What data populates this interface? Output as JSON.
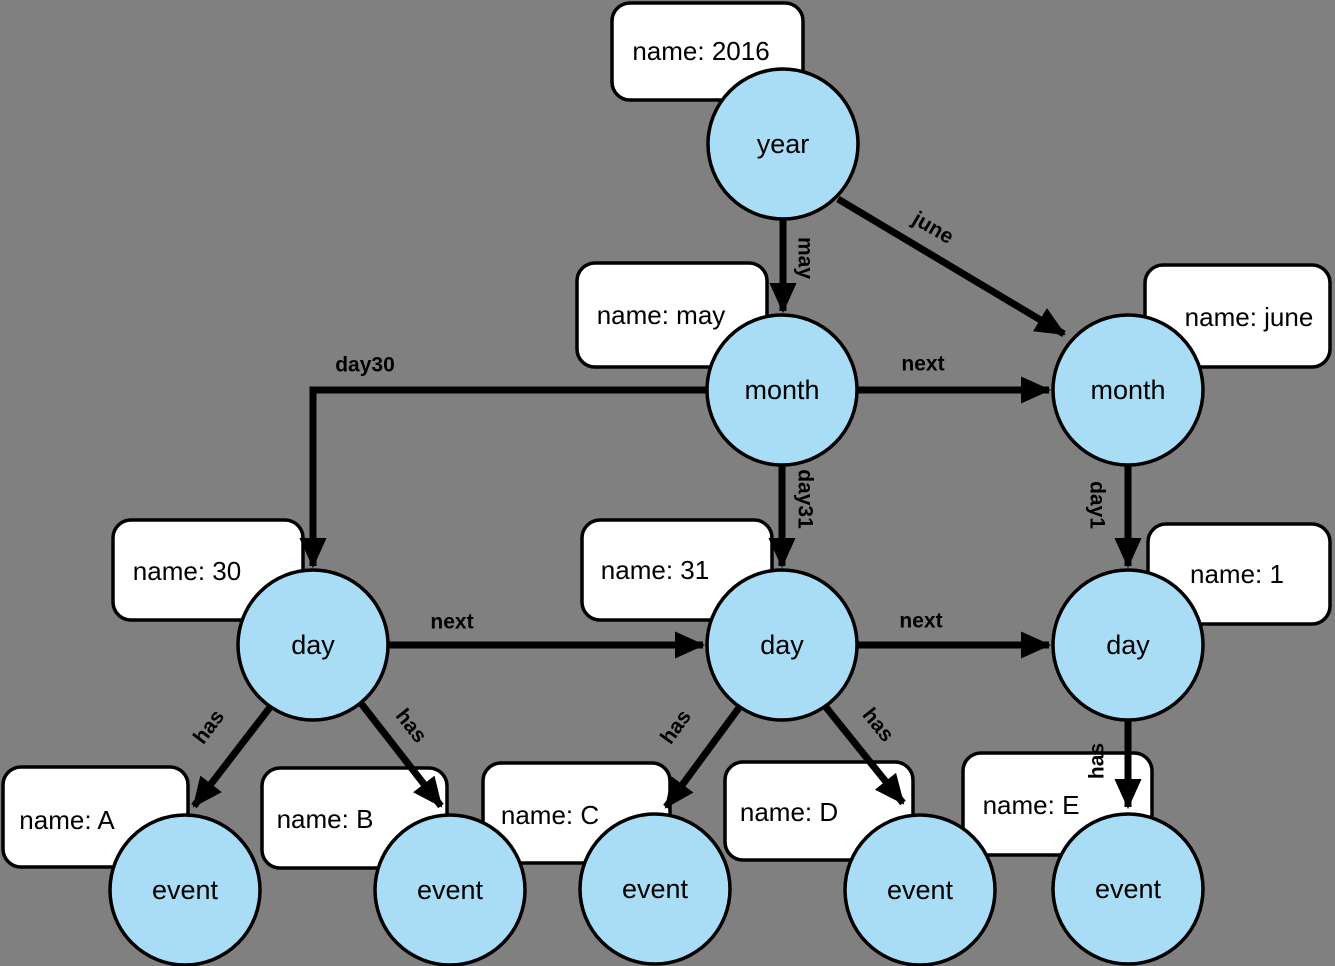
{
  "diagram": {
    "type": "graph",
    "colors": {
      "background": "#808080",
      "node_fill": "#A9DCF5",
      "node_stroke": "#000000",
      "box_fill": "#FFFFFF",
      "box_stroke": "#000000",
      "edge": "#000000",
      "text": "#000000"
    },
    "nodes": [
      {
        "id": "year",
        "label": "year"
      },
      {
        "id": "month-may",
        "label": "month"
      },
      {
        "id": "month-june",
        "label": "month"
      },
      {
        "id": "day-30",
        "label": "day"
      },
      {
        "id": "day-31",
        "label": "day"
      },
      {
        "id": "day-1",
        "label": "day"
      },
      {
        "id": "event-a",
        "label": "event"
      },
      {
        "id": "event-b",
        "label": "event"
      },
      {
        "id": "event-c",
        "label": "event"
      },
      {
        "id": "event-d",
        "label": "event"
      },
      {
        "id": "event-e",
        "label": "event"
      }
    ],
    "properties": [
      {
        "for": "year",
        "text": "name: 2016"
      },
      {
        "for": "month-may",
        "text": "name: may"
      },
      {
        "for": "month-june",
        "text": "name: june"
      },
      {
        "for": "day-30",
        "text": "name: 30"
      },
      {
        "for": "day-31",
        "text": "name: 31"
      },
      {
        "for": "day-1",
        "text": "name: 1"
      },
      {
        "for": "event-a",
        "text": "name: A"
      },
      {
        "for": "event-b",
        "text": "name: B"
      },
      {
        "for": "event-c",
        "text": "name: C"
      },
      {
        "for": "event-d",
        "text": "name: D"
      },
      {
        "for": "event-e",
        "text": "name: E"
      }
    ],
    "edges": [
      {
        "from": "year",
        "to": "month-may",
        "label": "may"
      },
      {
        "from": "year",
        "to": "month-june",
        "label": "june"
      },
      {
        "from": "month-may",
        "to": "month-june",
        "label": "next"
      },
      {
        "from": "month-may",
        "to": "day-30",
        "label": "day30"
      },
      {
        "from": "month-may",
        "to": "day-31",
        "label": "day31"
      },
      {
        "from": "month-june",
        "to": "day-1",
        "label": "day1"
      },
      {
        "from": "day-30",
        "to": "day-31",
        "label": "next"
      },
      {
        "from": "day-31",
        "to": "day-1",
        "label": "next"
      },
      {
        "from": "day-30",
        "to": "event-a",
        "label": "has"
      },
      {
        "from": "day-30",
        "to": "event-b",
        "label": "has"
      },
      {
        "from": "day-31",
        "to": "event-c",
        "label": "has"
      },
      {
        "from": "day-31",
        "to": "event-d",
        "label": "has"
      },
      {
        "from": "day-1",
        "to": "event-e",
        "label": "has"
      }
    ]
  }
}
